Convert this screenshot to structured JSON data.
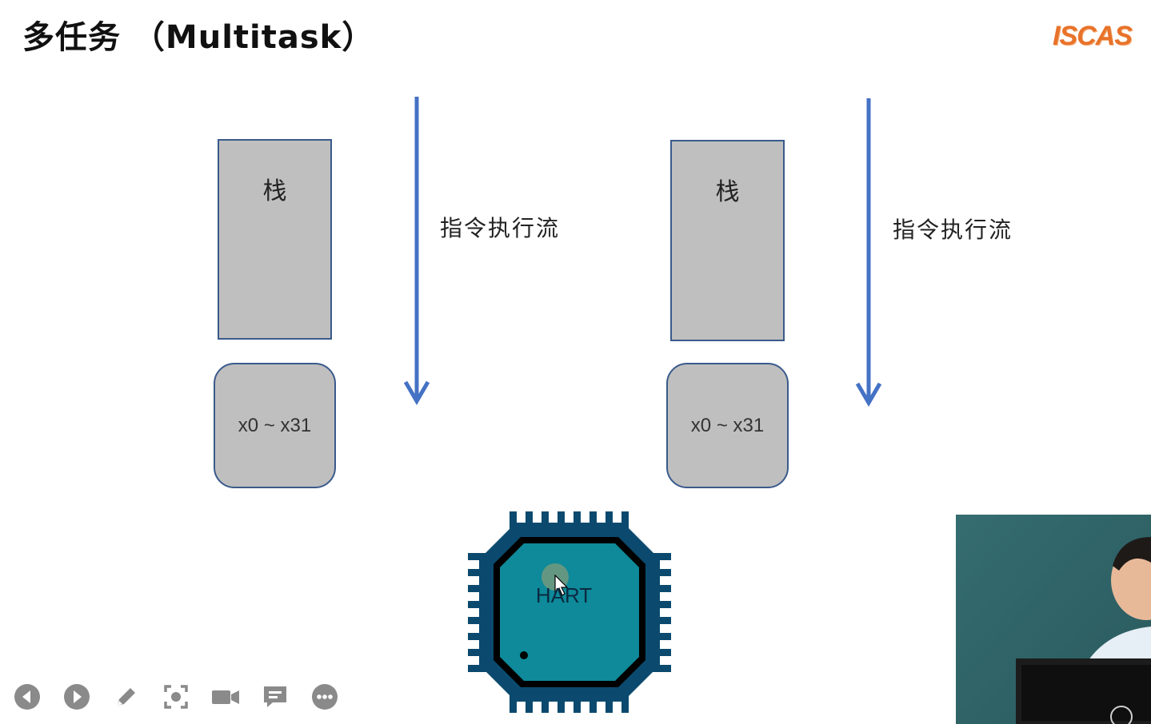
{
  "slide": {
    "title": "多任务 （Multitask）",
    "logo_text": "ISCAS"
  },
  "tasks": [
    {
      "stack_label": "栈",
      "registers_label": "x0 ~ x31",
      "flow_label": "指令执行流"
    },
    {
      "stack_label": "栈",
      "registers_label": "x0 ~ x31",
      "flow_label": "指令执行流"
    }
  ],
  "chip": {
    "label": "HART"
  },
  "toolbar": {
    "items": [
      {
        "icon": "previous-icon"
      },
      {
        "icon": "next-icon"
      },
      {
        "icon": "pen-icon"
      },
      {
        "icon": "screenshot-icon"
      },
      {
        "icon": "camera-icon"
      },
      {
        "icon": "comment-icon"
      },
      {
        "icon": "more-icon"
      }
    ],
    "icon_color": "#8a8a8a"
  },
  "colors": {
    "arrow": "#4472c4",
    "box_fill": "#bfbfbf",
    "box_border": "#3a5a8c",
    "chip_body": "#0e8a9a",
    "chip_frame": "#0b4a6e"
  }
}
